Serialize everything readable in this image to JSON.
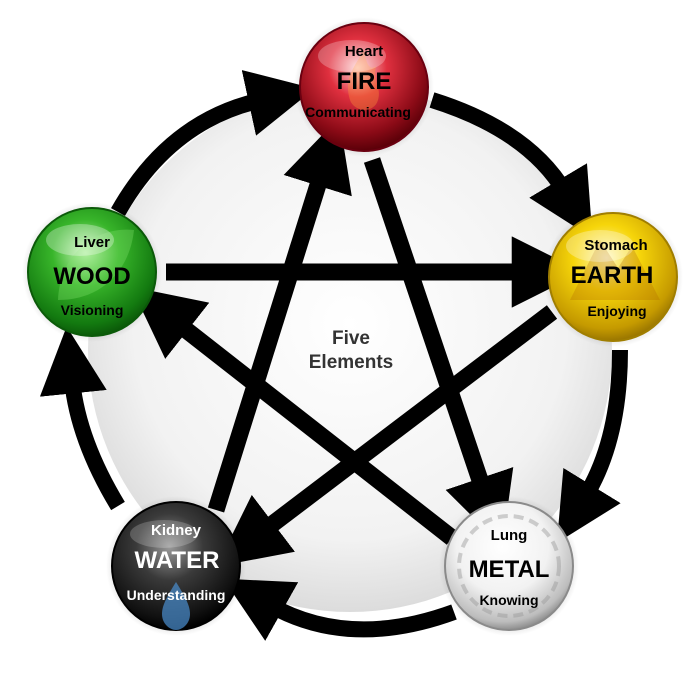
{
  "center": {
    "line1": "Five",
    "line2": "Elements"
  },
  "elements": [
    {
      "id": "fire",
      "organ": "Heart",
      "element": "FIRE",
      "quality": "Communicating",
      "color": "#c8102e",
      "text_color": "#000000",
      "icon": "flame-icon"
    },
    {
      "id": "earth",
      "organ": "Stomach",
      "element": "EARTH",
      "quality": "Enjoying",
      "color": "#f2d100",
      "text_color": "#000000",
      "icon": "mountain-icon"
    },
    {
      "id": "metal",
      "organ": "Lung",
      "element": "METAL",
      "quality": "Knowing",
      "color": "#d8d8d8",
      "text_color": "#000000",
      "icon": "meander-icon"
    },
    {
      "id": "water",
      "organ": "Kidney",
      "element": "WATER",
      "quality": "Understanding",
      "color": "#1a1a1a",
      "text_color": "#ffffff",
      "icon": "water-drop-icon"
    },
    {
      "id": "wood",
      "organ": "Liver",
      "element": "WOOD",
      "quality": "Visioning",
      "color": "#1f9a18",
      "text_color": "#000000",
      "icon": "leaf-icon"
    }
  ],
  "generating_cycle": [
    {
      "from": "fire",
      "to": "earth"
    },
    {
      "from": "earth",
      "to": "metal"
    },
    {
      "from": "metal",
      "to": "water"
    },
    {
      "from": "water",
      "to": "wood"
    },
    {
      "from": "wood",
      "to": "fire"
    }
  ],
  "controlling_cycle": [
    {
      "from": "fire",
      "to": "metal"
    },
    {
      "from": "metal",
      "to": "wood"
    },
    {
      "from": "wood",
      "to": "earth"
    },
    {
      "from": "earth",
      "to": "water"
    },
    {
      "from": "water",
      "to": "fire"
    }
  ]
}
